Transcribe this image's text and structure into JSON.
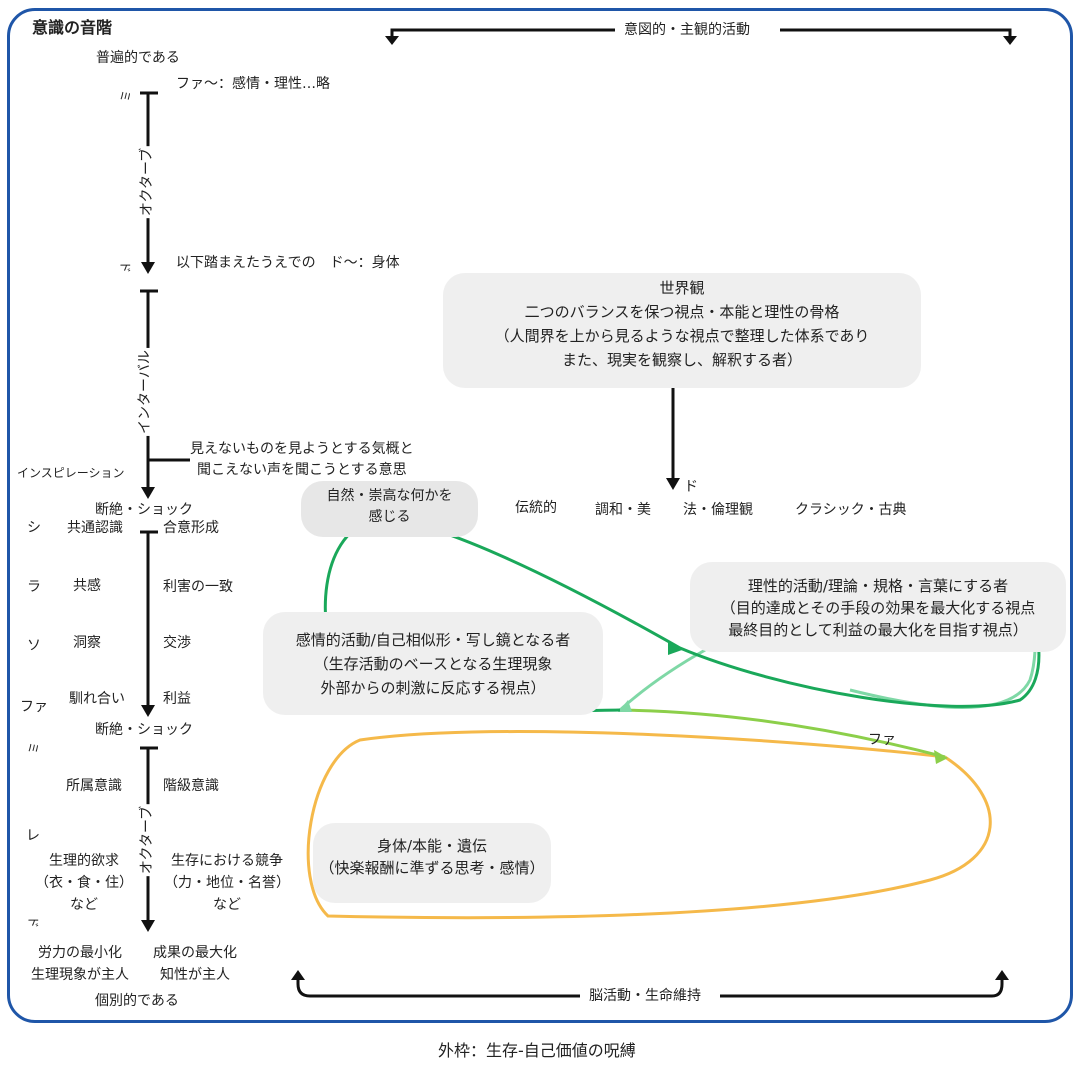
{
  "title": "意識の音階",
  "caption": "外枠：生存-自己価値の呪縛",
  "top_arrow_label": "意図的・主観的活動",
  "bottom_arrow_label": "脳活動・生命維持",
  "left": {
    "universal": "普遍的である",
    "individual": "個別的である",
    "mi_top": "ミ",
    "do_top": "ド",
    "fa_note": "ファ〜：感情・理性…略",
    "do_note": "以下踏まえたうえでの　ド〜：身体",
    "octave_upper": "オクターブ",
    "interval": "インターバル",
    "inspiration": "インスピレーション",
    "inspiration_note_1": "見えないものを見ようとする気概と",
    "inspiration_note_2": "聞こえない声を聞こうとする意思",
    "shock_1": "断絶・ショック",
    "shock_2": "断絶・ショック",
    "si": "シ",
    "la": "ラ",
    "so": "ソ",
    "fa": "ファ",
    "mi": "ミ",
    "re": "レ",
    "do": "ド",
    "octave_lower": "オクターブ",
    "pairs": [
      {
        "l": "共通認識",
        "r": "合意形成"
      },
      {
        "l": "共感",
        "r": "利害の一致"
      },
      {
        "l": "洞察",
        "r": "交渉"
      },
      {
        "l": "馴れ合い",
        "r": "利益"
      },
      {
        "l": "所属意識",
        "r": "階級意識"
      }
    ],
    "desire_l": [
      "生理的欲求",
      "（衣・食・住）",
      "など"
    ],
    "desire_r": [
      "生存における競争",
      "（力・地位・名誉）",
      "など"
    ],
    "bottom_l": [
      "労力の最小化",
      "生理現象が主人"
    ],
    "bottom_r": [
      "成果の最大化",
      "知性が主人"
    ]
  },
  "right": {
    "worldview": [
      "世界観",
      "二つのバランスを保つ視点・本能と理性の骨格",
      "（人間界を上から見るような視点で整理した体系であり",
      "また、現実を観察し、解釈する者）"
    ],
    "do_label": "ド",
    "nature": [
      "自然・崇高な何かを",
      "感じる"
    ],
    "traditional": "伝統的",
    "harmony": "調和・美",
    "law": "法・倫理観",
    "classic": "クラシック・古典",
    "rational": [
      "理性的活動/理論・規格・言葉にする者",
      "（目的達成とその手段の効果を最大化する視点",
      "最終目的として利益の最大化を目指す視点）"
    ],
    "emotional": [
      "感情的活動/自己相似形・写し鏡となる者",
      "（生存活動のベースとなる生理現象",
      "外部からの刺激に反応する視点）"
    ],
    "fa_label": "ファ",
    "body": [
      "身体/本能・遺伝",
      "（快楽報酬に準ずる思考・感情）"
    ]
  },
  "colors": {
    "frame": "#1f56a8",
    "green": "#1aa85a",
    "light_green": "#7fd8a6",
    "yellow_green": "#8ccf4a",
    "orange": "#f5b94a",
    "box": "#efefef"
  }
}
